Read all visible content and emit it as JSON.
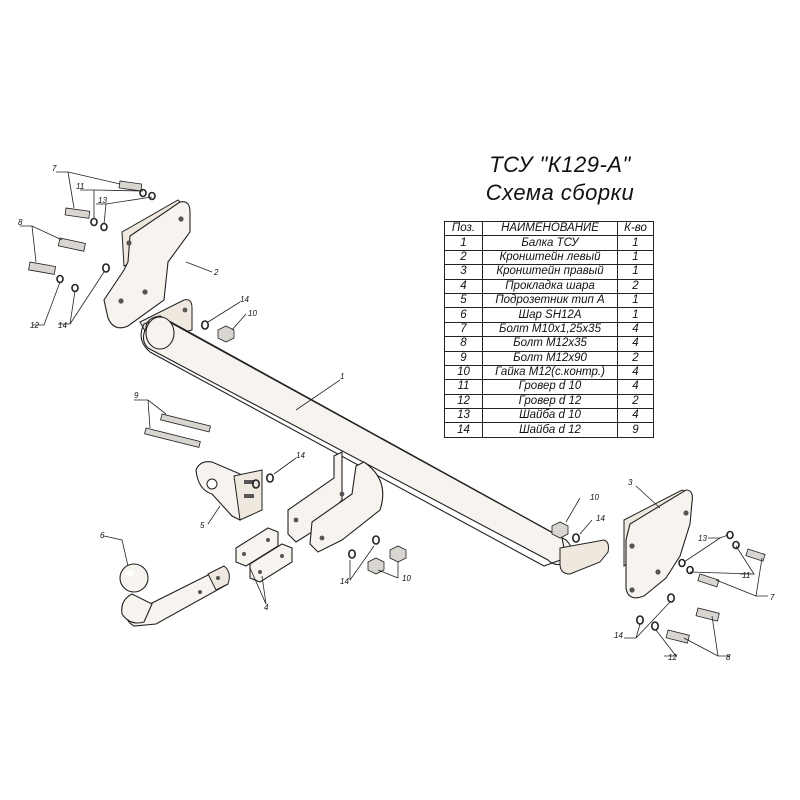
{
  "title": {
    "line1": "ТСУ \"К129-А\"",
    "line2": "Схема сборки"
  },
  "table": {
    "headers": [
      "Поз.",
      "НАИМЕНОВАНИЕ",
      "К-во"
    ],
    "rows": [
      {
        "pos": "1",
        "name": "Балка ТСУ",
        "qty": "1"
      },
      {
        "pos": "2",
        "name": "Кронштейн левый",
        "qty": "1"
      },
      {
        "pos": "3",
        "name": "Кронштейн правый",
        "qty": "1"
      },
      {
        "pos": "4",
        "name": "Прокладка шара",
        "qty": "2"
      },
      {
        "pos": "5",
        "name": "Подрозетник тип А",
        "qty": "1"
      },
      {
        "pos": "6",
        "name": "Шар SH12A",
        "qty": "1"
      },
      {
        "pos": "7",
        "name": "Болт М10х1,25х35",
        "qty": "4"
      },
      {
        "pos": "8",
        "name": "Болт М12х35",
        "qty": "4"
      },
      {
        "pos": "9",
        "name": "Болт М12х90",
        "qty": "2"
      },
      {
        "pos": "10",
        "name": "Гайка М12(с.контр.)",
        "qty": "4"
      },
      {
        "pos": "11",
        "name": "Гровер d 10",
        "qty": "4"
      },
      {
        "pos": "12",
        "name": "Гровер d 12",
        "qty": "2"
      },
      {
        "pos": "13",
        "name": "Шайба d 10",
        "qty": "4"
      },
      {
        "pos": "14",
        "name": "Шайба d 12",
        "qty": "9"
      }
    ]
  },
  "callouts": {
    "beam": "1",
    "left_bracket": "2",
    "right_bracket": "3",
    "spacer": "4",
    "socket_plate": "5",
    "ball": "6",
    "bolt_m10_left": "7",
    "bolt_m10_right": "7",
    "bolt_m12_left": "8",
    "bolt_m12_right": "8",
    "bolt_m12x90": "9",
    "nut_upper": "10",
    "nut_lower": "10",
    "nut_right": "10",
    "grover10_left": "11",
    "grover10_right": "11",
    "grover12_left": "12",
    "grover12_right": "12",
    "washer10_left": "13",
    "washer10_right": "13",
    "washer12_left": "14",
    "washer12_upper": "14",
    "washer12_socket": "14",
    "washer12_lower": "14",
    "washer12_right_nut": "14",
    "washer12_right": "14"
  }
}
